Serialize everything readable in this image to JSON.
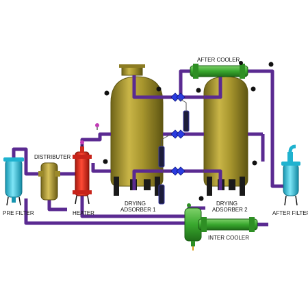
{
  "labels": {
    "pre_filter": "PRE FILTER",
    "distributer": "DISTRIBUTER",
    "heater": "HEATER",
    "drying_adsorber_1_line1": "DRYING",
    "drying_adsorber_1_line2": "ADSORBER 1",
    "drying_adsorber_2_line1": "DRYING",
    "drying_adsorber_2_line2": "ADSORBER 2",
    "after_cooler": "AFTER COOLER",
    "inter_cooler": "INTER COOLER",
    "after_filter": "AFTER FILTER"
  },
  "colors": {
    "pipe": "#5a2a91",
    "tank": "#a8962e",
    "tank_dark": "#6f6418",
    "cooler": "#39a82e",
    "heater": "#e53424",
    "filter": "#2fc3e0",
    "valve": "#2a3be0",
    "gauge": "#111111"
  },
  "icons": {
    "valve": "valve-icon",
    "gauge": "pressure-gauge-icon"
  }
}
